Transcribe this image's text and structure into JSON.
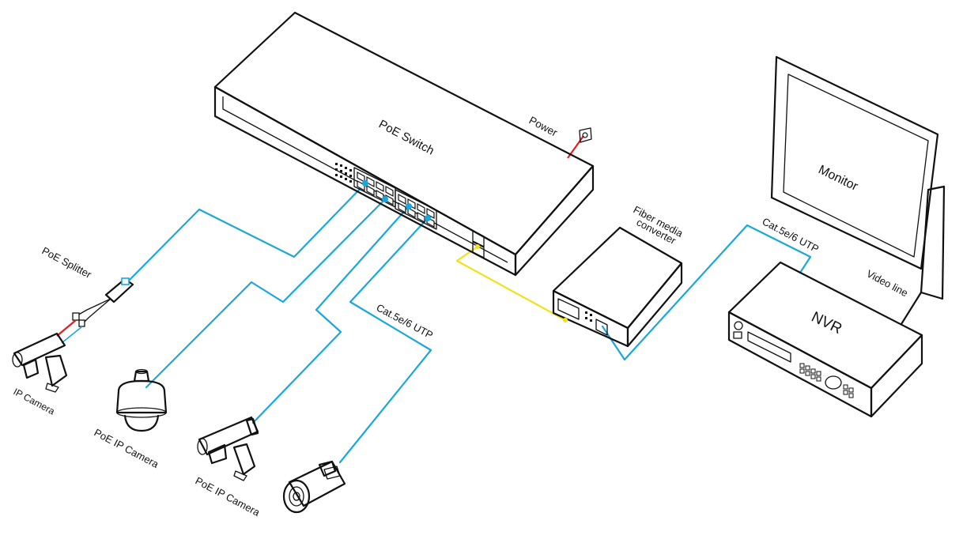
{
  "labels": {
    "switch": "PoE  Switch",
    "power": "Power",
    "fiber_line1": "Fiber media",
    "fiber_line2": "converter",
    "monitor": "Monitor",
    "nvr": "NVR",
    "cable_right": "Cat.5e/6 UTP",
    "cable_left": "Cat.5e/6 UTP",
    "video_line": "Video line",
    "splitter": "PoE Splitter",
    "ip_camera": "IP Camera",
    "poe_ip_camera_dome": "PoE IP Camera",
    "poe_ip_camera_bullet": "PoE IP Camera"
  },
  "colors": {
    "ethernet_cable": "#1aa7dc",
    "fiber_cable": "#f2e01a",
    "power_cable": "#e02020",
    "outline": "#111111"
  },
  "icons": [
    "poe-switch-icon",
    "fiber-converter-icon",
    "monitor-icon",
    "nvr-icon",
    "poe-splitter-icon",
    "ip-camera-icon",
    "dome-camera-icon",
    "box-camera-icon",
    "bullet-camera-icon",
    "power-outlet-icon"
  ]
}
